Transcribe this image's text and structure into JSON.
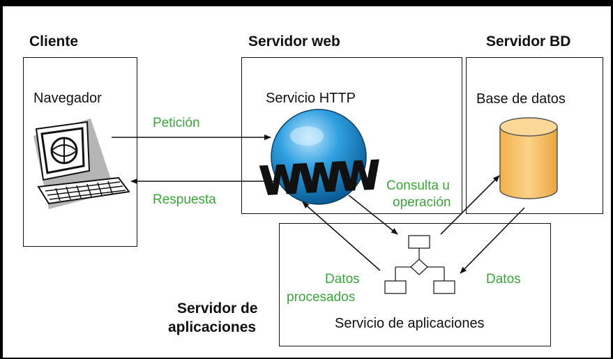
{
  "headers": {
    "client": "Cliente",
    "web_server": "Servidor web",
    "db_server": "Servidor BD",
    "app_server_line1": "Servidor de",
    "app_server_line2": "aplicaciones"
  },
  "components": {
    "browser": "Navegador",
    "http_service": "Servicio HTTP",
    "database": "Base de datos",
    "app_service": "Servicio de aplicaciones",
    "www_text": "WWW"
  },
  "flows": {
    "request": "Petición",
    "response": "Respuesta",
    "query_line1": "Consulta u",
    "query_line2": "operación",
    "data": "Datos",
    "processed_line1": "Datos",
    "processed_line2": "procesados"
  },
  "colors": {
    "flow_label": "#3aa63a",
    "globe": "#1f8fd0",
    "database": "#f5c36b"
  },
  "icons": [
    "computer-icon",
    "www-globe-icon",
    "database-icon",
    "flowchart-icon"
  ]
}
